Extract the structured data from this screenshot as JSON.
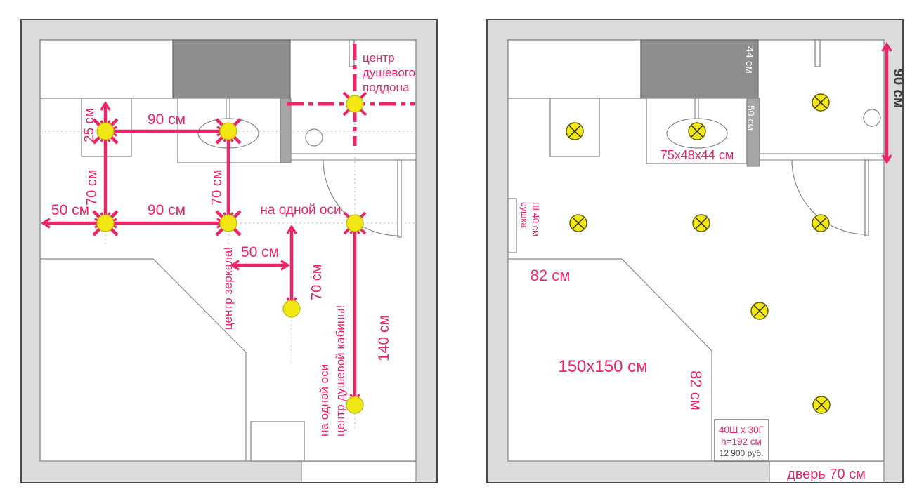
{
  "document_type": "bathroom-lighting-and-fixtures-floor-plan",
  "colors": {
    "accent_pink": "#ee2468",
    "light_symbol_yellow": "#f2e713",
    "appliance_dark_gray": "#8e8e8e",
    "wall_gray": "#dcdcdc",
    "line_gray": "#8a8a8a"
  },
  "left": {
    "shower_center": [
      "центр",
      "душевого",
      "поддона"
    ],
    "d25": "25 см",
    "d90_top": "90 см",
    "d70_left": "70 см",
    "d50_left": "50 см",
    "d90_mid": "90 см",
    "d70_sink": "70 см",
    "same_axis": "на одной оси",
    "d50_mirror": "50 см",
    "d70_mirror": "70 см",
    "mirror_center": "центр зеркала!",
    "d140": "140 см",
    "shower_axis": [
      "на одной оси",
      "центр душевой кабины!"
    ]
  },
  "right": {
    "d44": "44 см",
    "d50": "50 см",
    "sink_dims": "75x48x44 см",
    "d90_wall": "90 см",
    "dryer": [
      "сушка",
      "Ш 40 см"
    ],
    "d82_top": "82 см",
    "bath_dims": "150x150 см",
    "d82_right": "82 см",
    "cabinet": [
      "40Ш x 30Г",
      "h=192 см",
      "12 900 руб."
    ],
    "door": "дверь 70 см"
  }
}
